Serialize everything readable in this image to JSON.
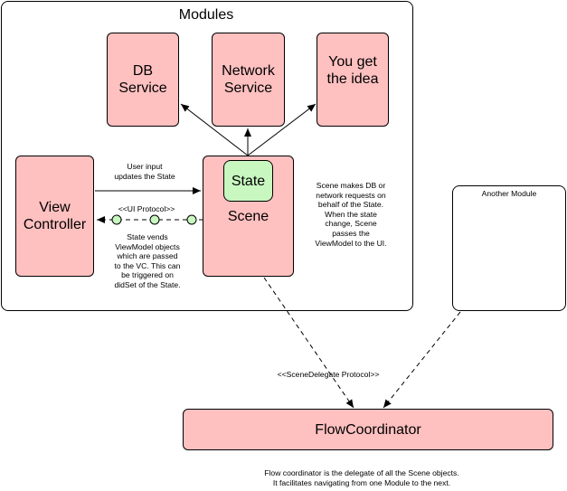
{
  "modules_frame": {
    "title": "Modules"
  },
  "db_service": {
    "label": "DB\nService"
  },
  "network_service": {
    "label": "Network\nService"
  },
  "you_get_the_idea": {
    "label": "You get\nthe idea"
  },
  "view_controller": {
    "label": "View\nController"
  },
  "scene": {
    "label": "Scene",
    "state_label": "State"
  },
  "another_module": {
    "label": "Another Module"
  },
  "flow_coordinator": {
    "label": "FlowCoordinator"
  },
  "notes": {
    "user_input": "User input\nupdates the State",
    "ui_protocol": "<<UI Protocol>>",
    "state_vends": "State vends\nViewModel objects\nwhich are passed\nto the VC. This can\nbe triggered on\ndidSet of the State.",
    "scene_makes": "Scene makes DB or\nnetwork requests on\nbehalf of the State.\nWhen the state\nchange, Scene\npasses the\nViewModel to the UI.",
    "scene_delegate_protocol": "<<SceneDelegate Protocol>>",
    "flow_coordinator_note": "Flow coordinator is the delegate of all the Scene objects.\nIt facilitates navigating from one Module to the next."
  },
  "colors": {
    "service_fill": "#ffc0c0",
    "state_fill": "#c8f7c0",
    "stroke": "#000000"
  }
}
